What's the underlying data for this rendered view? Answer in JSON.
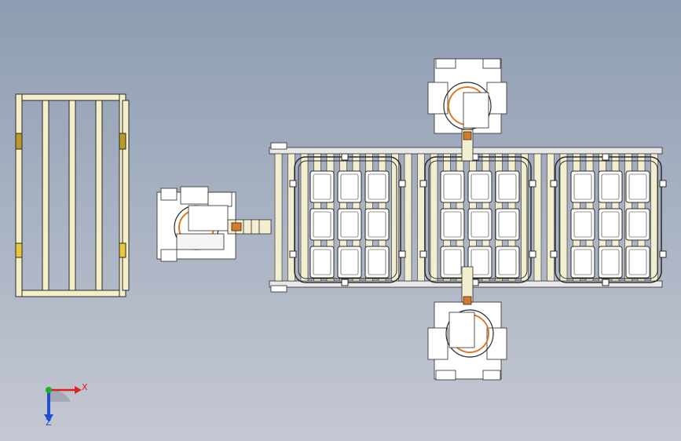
{
  "viewport": {
    "background_top": "#8e9db3",
    "background_bottom": "#c4c8d2"
  },
  "colors": {
    "line": "#2a2a2a",
    "frame_fill": "#f4efc8",
    "roller_fill": "#f2eecf",
    "rail_fill": "#e8e8e8",
    "white": "#ffffff",
    "gold_block": "#b89a2a",
    "yellow_block": "#e8c83a",
    "orange": "#d87a2a",
    "axis_x": "#e02020",
    "axis_y": "#20b020",
    "axis_z": "#2050d0"
  },
  "triad": {
    "x_label": "X",
    "z_label": "Z"
  },
  "scene": {
    "pallet_frame": {
      "slats": 4
    },
    "conveyor": {
      "rollers": 30
    },
    "battery_trays": {
      "count": 3,
      "module_rows": 3,
      "module_cols": 3
    },
    "robots": [
      "robot-left",
      "robot-top",
      "robot-bottom"
    ]
  }
}
